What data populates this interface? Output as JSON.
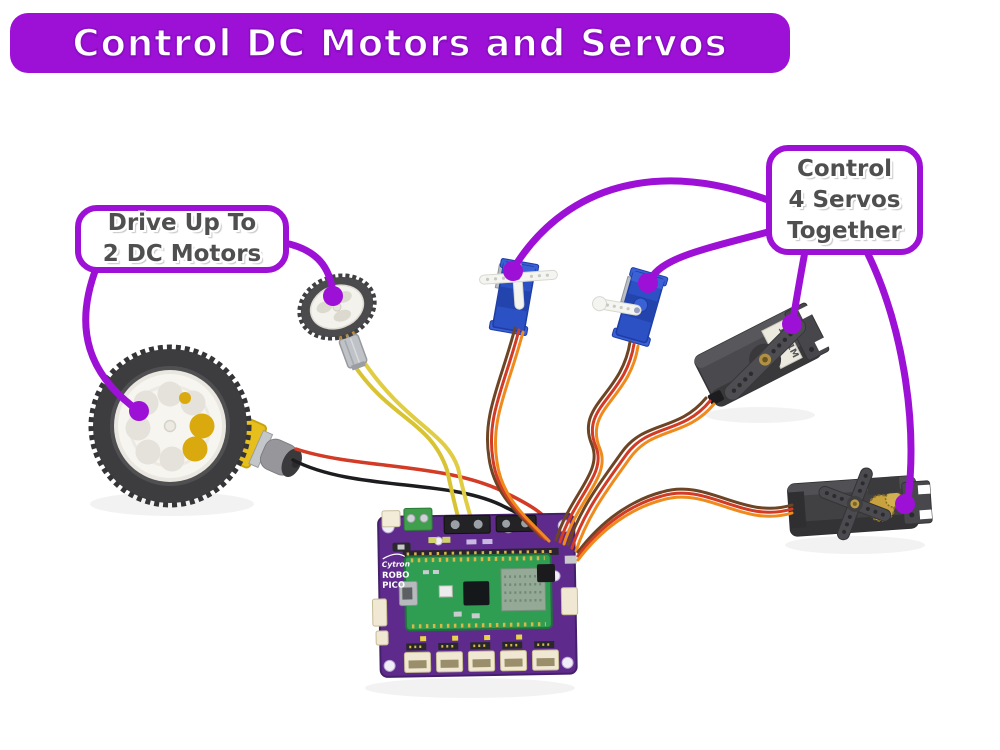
{
  "title": {
    "text": "Control DC Motors and Servos"
  },
  "callouts": {
    "dc_motors": {
      "lines": [
        "Drive Up To",
        "2 DC Motors"
      ]
    },
    "servos": {
      "lines": [
        "Control",
        "4 Servos",
        "Together"
      ]
    }
  },
  "board": {
    "brand": "Cytron",
    "name_line1": "ROBO",
    "name_line2": "PICO"
  },
  "labels": {
    "servo_model": "1501M"
  },
  "colors": {
    "accent_purple": "#9d11d6",
    "board_purple": "#5e2b8c",
    "pico_green": "#2f9d52",
    "servo_blue": "#2c51c5",
    "motor_yellow": "#e7bf1d",
    "wire_yellow": "#e0cd44",
    "wire_red": "#d23b25",
    "wire_orange": "#ef8a1c",
    "wire_brown": "#6d4524"
  },
  "components": [
    "title-banner",
    "callout-dc-motors",
    "callout-servos",
    "large-dc-motor-wheel",
    "small-dc-motor-wheel",
    "micro-servo-1",
    "micro-servo-2",
    "standard-servo-1",
    "standard-servo-2",
    "robo-pico-board",
    "pico-w-module"
  ]
}
